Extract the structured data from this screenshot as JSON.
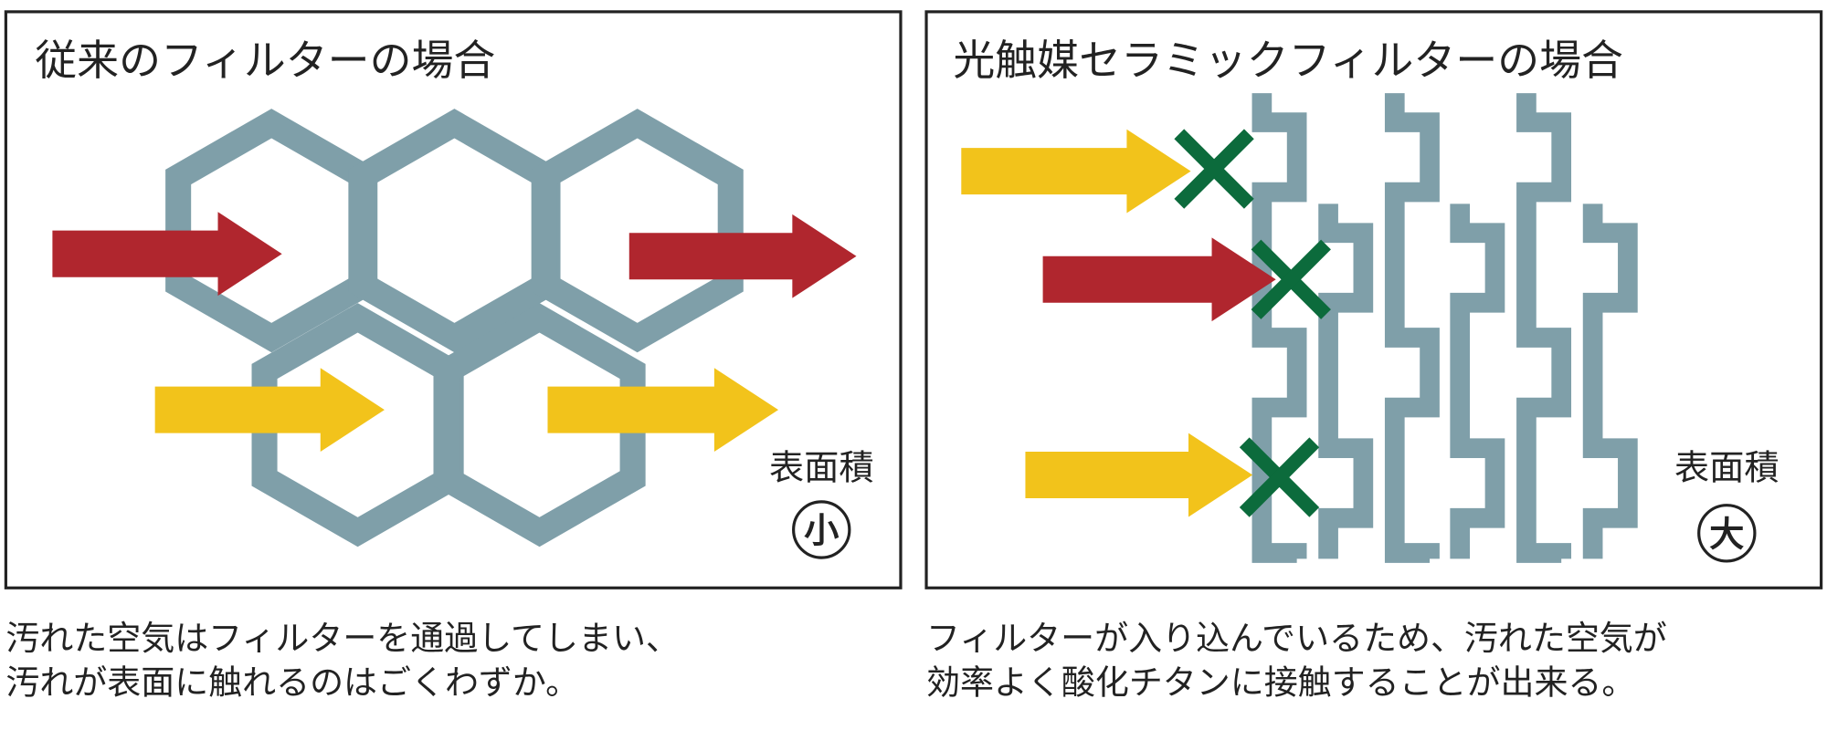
{
  "left_panel": {
    "title": "従来のフィルターの場合",
    "surface_label": "表面積",
    "surface_size": "小",
    "caption_lines": [
      "汚れた空気はフィルターを通過してしまい、",
      "汚れが表面に触れるのはごくわずか。"
    ]
  },
  "right_panel": {
    "title": "光触媒セラミックフィルターの場合",
    "surface_label": "表面積",
    "surface_size": "大",
    "caption_lines": [
      "フィルターが入り込んでいるため、汚れた空気が",
      "効率よく酸化チタンに接触することが出来る。"
    ]
  },
  "colors": {
    "filter": "#7f9fa9",
    "red_arrow": "#b0262e",
    "yellow_arrow": "#f2c31b",
    "block_mark": "#0c6b3c"
  }
}
